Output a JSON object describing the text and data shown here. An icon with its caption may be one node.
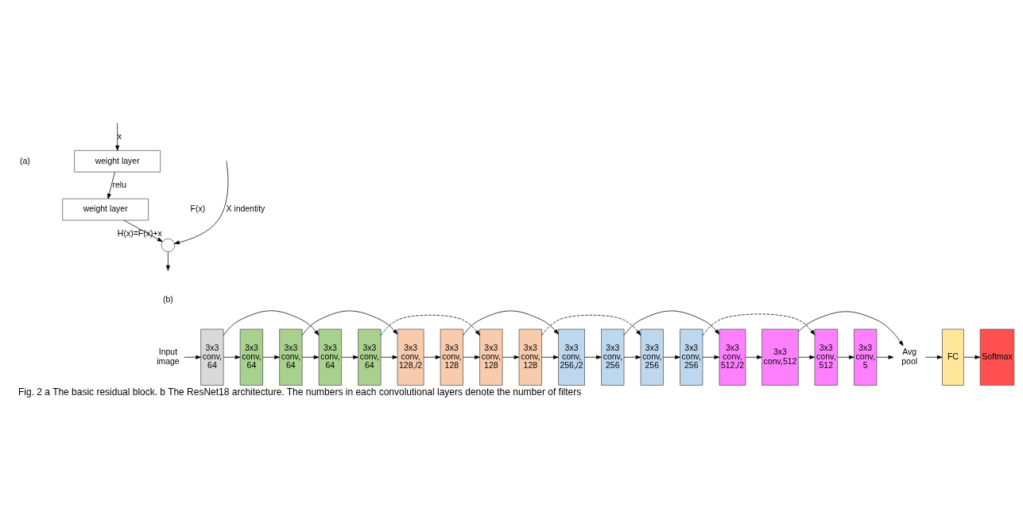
{
  "diagram": {
    "caption": "Fig. 2 a The basic residual block. b The ResNet18 architecture. The numbers in each convolutional layers denote the number of filters",
    "nodes": [
      {
        "text": [
          "weight layer"
        ]
      },
      {
        "text": [
          "weight layer"
        ]
      },
      {
        "text": [],
        "shape": "circle",
        "beside": [
          "H(x)=F(x)+x"
        ]
      },
      {
        "text": [
          "Input image"
        ]
      },
      {
        "text": [
          "3x3 conv, 64"
        ]
      },
      {
        "text": [
          "3x3 conv, 64"
        ]
      },
      {
        "text": [
          "3x3 conv, 64"
        ]
      },
      {
        "text": [
          "3x3 conv, 64"
        ]
      },
      {
        "text": [
          "3x3 conv, 64"
        ]
      },
      {
        "text": [
          "3x3 conv, 128,/2"
        ]
      },
      {
        "text": [
          "3x3 conv, 128"
        ]
      },
      {
        "text": [
          "3x3 conv, 128"
        ]
      },
      {
        "text": [
          "3x3 conv, 128"
        ]
      },
      {
        "text": [
          "3x3 conv, 256,/2"
        ]
      },
      {
        "text": [
          "3x3 conv, 256"
        ]
      },
      {
        "text": [
          "3x3 conv, 256"
        ]
      },
      {
        "text": [
          "3x3 conv, 256"
        ]
      },
      {
        "text": [
          "3x3 conv, 512,/2"
        ]
      },
      {
        "text": [
          "3x3 conv,512"
        ]
      },
      {
        "text": [
          "3x3 conv, 512"
        ]
      },
      {
        "text": [
          "3x3 conv, 5"
        ]
      },
      {
        "text": [
          "Avg pool"
        ]
      },
      {
        "text": [
          "FC"
        ]
      },
      {
        "text": [
          "Softmax"
        ]
      }
    ],
    "edges": [
      {
        "from": null,
        "to": 0,
        "arrow": "to",
        "label": "x"
      },
      {
        "from": 0,
        "to": 1,
        "arrow": "to",
        "label": "relu"
      },
      {
        "from": 1,
        "to": 2,
        "arrow": "to"
      },
      {
        "from": null,
        "to": 2,
        "arrow": "to",
        "label": "X indentity"
      },
      {
        "from": 2,
        "to": null,
        "arrow": "to"
      },
      {
        "from": 3,
        "to": 4,
        "arrow": "to"
      },
      {
        "from": 4,
        "to": 5,
        "arrow": "to"
      },
      {
        "from": 5,
        "to": 6,
        "arrow": "to"
      },
      {
        "from": 6,
        "to": 7,
        "arrow": "to"
      },
      {
        "from": 7,
        "to": 8,
        "arrow": "to"
      },
      {
        "from": 8,
        "to": 9,
        "arrow": "to"
      },
      {
        "from": 9,
        "to": 10,
        "arrow": "to"
      },
      {
        "from": 10,
        "to": 11,
        "arrow": "to"
      },
      {
        "from": 11,
        "to": 12,
        "arrow": "to"
      },
      {
        "from": 12,
        "to": 13,
        "arrow": "to"
      },
      {
        "from": 13,
        "to": 14,
        "arrow": "to"
      },
      {
        "from": 14,
        "to": 15,
        "arrow": "to"
      },
      {
        "from": 15,
        "to": 16,
        "arrow": "to"
      },
      {
        "from": 16,
        "to": 17,
        "arrow": "to"
      },
      {
        "from": 17,
        "to": 18,
        "arrow": "to"
      },
      {
        "from": 18,
        "to": 19,
        "arrow": "to"
      },
      {
        "from": 19,
        "to": 20,
        "arrow": "to"
      },
      {
        "from": 20,
        "to": 21,
        "arrow": "to"
      },
      {
        "from": 21,
        "to": 22,
        "arrow": "to"
      },
      {
        "from": 22,
        "to": 23,
        "arrow": "to"
      },
      {
        "from": 4,
        "to": 7,
        "arrow": "to"
      },
      {
        "from": 6,
        "to": 9,
        "arrow": "to"
      },
      {
        "from": 8,
        "to": 11,
        "arrow": "to",
        "style": "dashed"
      },
      {
        "from": 10,
        "to": 13,
        "arrow": "to"
      },
      {
        "from": 12,
        "to": 15,
        "arrow": "to",
        "style": "dashed"
      },
      {
        "from": 14,
        "to": 17,
        "arrow": "to"
      },
      {
        "from": 16,
        "to": 19,
        "arrow": "to",
        "style": "dashed"
      },
      {
        "from": 18,
        "to": 21,
        "arrow": "to"
      }
    ],
    "labels": [
      "(a)",
      "F(x)",
      "(b)"
    ]
  }
}
